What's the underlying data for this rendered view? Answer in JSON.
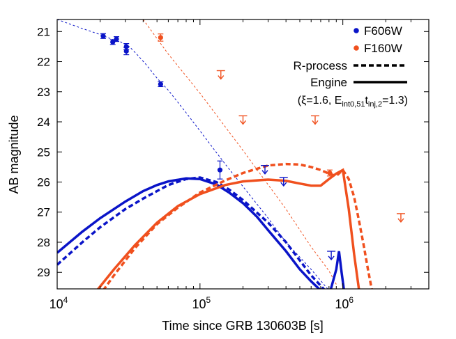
{
  "chart_data": {
    "type": "line",
    "title": "",
    "xlabel": "Time since GRB 130603B [s]",
    "ylabel": "AB magnitude",
    "xscale": "log",
    "xlim": [
      10000,
      4000000
    ],
    "ylim": [
      29.55,
      20.6
    ],
    "y_inverted": true,
    "x_ticks": [
      {
        "value": 10000,
        "base": "10",
        "exp": "4"
      },
      {
        "value": 100000,
        "base": "10",
        "exp": "5"
      },
      {
        "value": 1000000,
        "base": "10",
        "exp": "6"
      }
    ],
    "y_ticks": [
      21,
      22,
      23,
      24,
      25,
      26,
      27,
      28,
      29
    ],
    "colors": {
      "F606W": "#0a14c8",
      "F160W": "#f0501e"
    },
    "legend": {
      "placement": "top-right",
      "entries": [
        {
          "label": "F606W",
          "kind": "point",
          "color": "#0a14c8"
        },
        {
          "label": "F160W",
          "kind": "point",
          "color": "#f0501e"
        },
        {
          "label": "R-process",
          "kind": "dashed",
          "color": "#000000"
        },
        {
          "label": "Engine",
          "kind": "solid",
          "color": "#000000"
        }
      ],
      "params": {
        "prefix": "(ξ=1.6, E",
        "sub1": "int0,51",
        "mid": "t",
        "sub2": "inj,2",
        "suffix": "=1.3)"
      }
    },
    "points": [
      {
        "band": "F606W",
        "x": 21000,
        "y": 21.15,
        "err": 0.08
      },
      {
        "band": "F606W",
        "x": 24500,
        "y": 21.35,
        "err": 0.08
      },
      {
        "band": "F606W",
        "x": 26000,
        "y": 21.25,
        "err": 0.08
      },
      {
        "band": "F606W",
        "x": 30500,
        "y": 21.5,
        "err": 0.1
      },
      {
        "band": "F606W",
        "x": 30500,
        "y": 21.65,
        "err": 0.12
      },
      {
        "band": "F606W",
        "x": 53000,
        "y": 22.75,
        "err": 0.08
      },
      {
        "band": "F606W",
        "x": 138000,
        "y": 25.6,
        "err": 0.3
      },
      {
        "band": "F160W",
        "x": 53000,
        "y": 21.2,
        "err": 0.12
      },
      {
        "band": "F160W",
        "x": 810000,
        "y": 25.7,
        "err": 0.1
      }
    ],
    "upper_limits": [
      {
        "band": "F606W",
        "x": 285000,
        "y": 25.45
      },
      {
        "band": "F606W",
        "x": 385000,
        "y": 25.85
      },
      {
        "band": "F606W",
        "x": 830000,
        "y": 28.3
      },
      {
        "band": "F160W",
        "x": 140000,
        "y": 22.3
      },
      {
        "band": "F160W",
        "x": 200000,
        "y": 23.8
      },
      {
        "band": "F160W",
        "x": 640000,
        "y": 23.8
      },
      {
        "band": "F160W",
        "x": 2550000,
        "y": 27.05
      }
    ],
    "series": [
      {
        "band": "F606W",
        "style": "thin-dash",
        "x": [
          10000,
          15000,
          20000,
          24000,
          28000,
          32000,
          36000,
          42000,
          50000,
          60000,
          80000,
          100000,
          150000,
          200000,
          300000,
          400000,
          600000,
          800000
        ],
        "y": [
          20.6,
          20.9,
          21.1,
          21.25,
          21.35,
          21.5,
          21.75,
          22.1,
          22.55,
          22.95,
          23.7,
          24.3,
          25.4,
          26.15,
          27.2,
          28.0,
          28.9,
          29.6
        ]
      },
      {
        "band": "F160W",
        "style": "thin-dash",
        "x": [
          40000,
          60000,
          100000,
          200000,
          400000,
          600000,
          800000,
          900000
        ],
        "y": [
          20.6,
          21.75,
          23.05,
          24.95,
          26.9,
          28.15,
          28.95,
          29.4
        ]
      },
      {
        "band": "F606W",
        "style": "engine",
        "x": [
          10000,
          15000,
          20000,
          30000,
          40000,
          50000,
          60000,
          80000,
          100000,
          130000,
          160000,
          200000,
          250000,
          300000,
          400000,
          500000,
          600000,
          700000
        ],
        "y": [
          28.35,
          27.65,
          27.2,
          26.65,
          26.3,
          26.1,
          25.98,
          25.88,
          25.9,
          26.08,
          26.35,
          26.7,
          27.15,
          27.6,
          28.3,
          28.9,
          29.3,
          29.6
        ]
      },
      {
        "band": "F606W",
        "style": "engine",
        "x": [
          820000,
          900000,
          940000,
          980000,
          1020000
        ],
        "y": [
          29.6,
          28.9,
          28.3,
          29.0,
          29.6
        ]
      },
      {
        "band": "F606W",
        "style": "rprocess",
        "x": [
          10000,
          15000,
          20000,
          30000,
          40000,
          50000,
          60000,
          80000,
          100000,
          130000,
          160000,
          200000,
          300000,
          400000,
          600000,
          750000
        ],
        "y": [
          28.75,
          28.0,
          27.5,
          26.9,
          26.55,
          26.3,
          26.1,
          25.9,
          25.85,
          26.0,
          26.25,
          26.6,
          27.35,
          28.0,
          29.1,
          29.6
        ]
      },
      {
        "band": "F160W",
        "style": "engine",
        "x": [
          19000,
          25000,
          35000,
          50000,
          70000,
          100000,
          150000,
          200000,
          300000,
          400000,
          500000,
          600000,
          700000,
          800000,
          900000,
          1000000,
          1100000,
          1200000,
          1300000
        ],
        "y": [
          29.6,
          28.9,
          28.1,
          27.35,
          26.8,
          26.4,
          26.1,
          25.98,
          25.92,
          25.96,
          26.05,
          26.12,
          26.12,
          25.9,
          25.72,
          25.6,
          26.9,
          28.4,
          29.6
        ]
      },
      {
        "band": "F160W",
        "style": "rprocess",
        "x": [
          21000,
          25000,
          35000,
          50000,
          70000,
          100000,
          150000,
          200000,
          300000,
          400000,
          500000,
          600000,
          700000,
          800000,
          900000,
          1000000,
          1100000,
          1200000,
          1300000,
          1400000,
          1500000,
          1600000
        ],
        "y": [
          29.6,
          29.1,
          28.2,
          27.4,
          26.85,
          26.35,
          25.95,
          25.7,
          25.45,
          25.4,
          25.42,
          25.5,
          25.6,
          25.72,
          25.8,
          25.6,
          25.9,
          26.5,
          27.3,
          28.1,
          28.9,
          29.6
        ]
      }
    ]
  }
}
